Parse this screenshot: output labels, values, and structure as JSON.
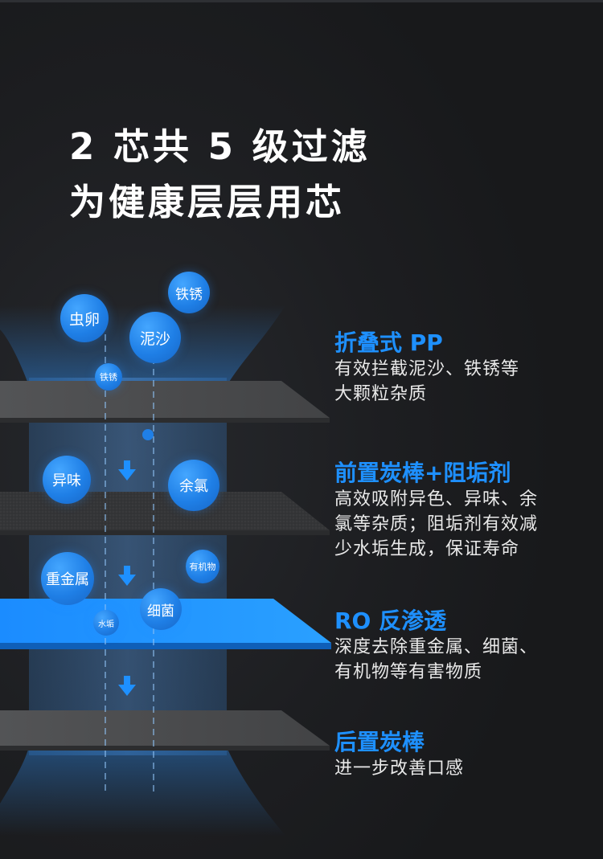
{
  "headline": {
    "line1": "2 芯共 5 级过滤",
    "line2": "为健康层层用芯"
  },
  "colors": {
    "accent": "#1e90ff",
    "bubble": "#1f7fe6",
    "ro_layer": "#1e95ff",
    "filter_layer": "#4b4c4e",
    "background": "#1b1c1e"
  },
  "bubbles": {
    "iron_rust_top": "铁锈",
    "egg": "虫卵",
    "sand": "泥沙",
    "iron_rust_small": "铁锈",
    "odor": "异味",
    "chlorine": "余氯",
    "heavy_metal": "重金属",
    "organic": "有机物",
    "bacteria": "细菌",
    "scale": "水垢"
  },
  "icons": {
    "arrow": "arrow-down-icon",
    "particle": "dot-icon"
  },
  "stages": [
    {
      "title": "折叠式 PP",
      "lines": [
        "有效拦截泥沙、铁锈等",
        "大颗粒杂质"
      ]
    },
    {
      "title": "前置炭棒+阻垢剂",
      "lines": [
        "高效吸附异色、异味、余",
        "氯等杂质；阻垢剂有效减",
        "少水垢生成，保证寿命"
      ]
    },
    {
      "title": "RO 反渗透",
      "lines": [
        "深度去除重金属、细菌、",
        "有机物等有害物质"
      ]
    },
    {
      "title": "后置炭棒",
      "lines": [
        "进一步改善口感"
      ]
    }
  ]
}
